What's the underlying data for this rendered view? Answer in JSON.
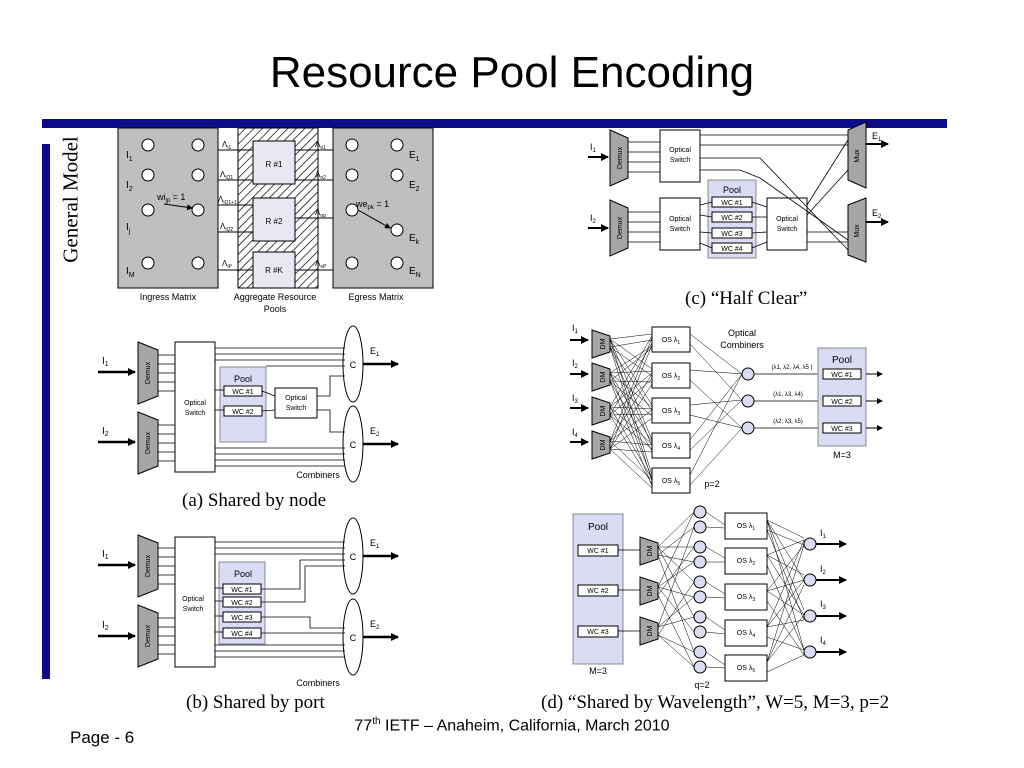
{
  "slide": {
    "title": "Resource Pool Encoding",
    "side_label": "General Model",
    "page": "Page - 6",
    "footer_pre": "77",
    "footer_sup": "th",
    "footer_post": " IETF – Anaheim, California, March 2010"
  },
  "captions": {
    "a": "(a) Shared by node",
    "b": "(b) Shared by port",
    "c": "(c) “Half Clear”",
    "d": "(d) “Shared by Wavelength”, W=5, M=3, p=2"
  },
  "general_model": {
    "ingress_label": "Ingress Matrix",
    "pools_label": "Aggregate Resource Pools",
    "egress_label": "Egress Matrix",
    "resources": [
      "R #1",
      "R #2",
      "R #K"
    ],
    "wi_label": "wi",
    "wi_sub": "jp",
    "we_label": "we",
    "we_sub": "pk",
    "eq": " = 1"
  },
  "common": {
    "demux": "Demux",
    "mux": "Mux",
    "dm": "DM",
    "optical": "Optical",
    "switch": "Switch",
    "pool": "Pool",
    "combiners": "Combiners",
    "c": "C",
    "wc1": "WC #1",
    "wc2": "WC #2",
    "wc3": "WC #3",
    "wc4": "WC #4",
    "m3": "M=3",
    "p2": "p=2",
    "q2": "q=2",
    "optical_combiners_1": "Optical",
    "optical_combiners_2": "Combiners",
    "lam_set_1": "(λ1, λ2, λ4, λ5 )",
    "lam_set_2": "(λ1, λ3, λ4)",
    "lam_set_3": "(λ2, λ3, λ5)",
    "os": "OS λ"
  }
}
